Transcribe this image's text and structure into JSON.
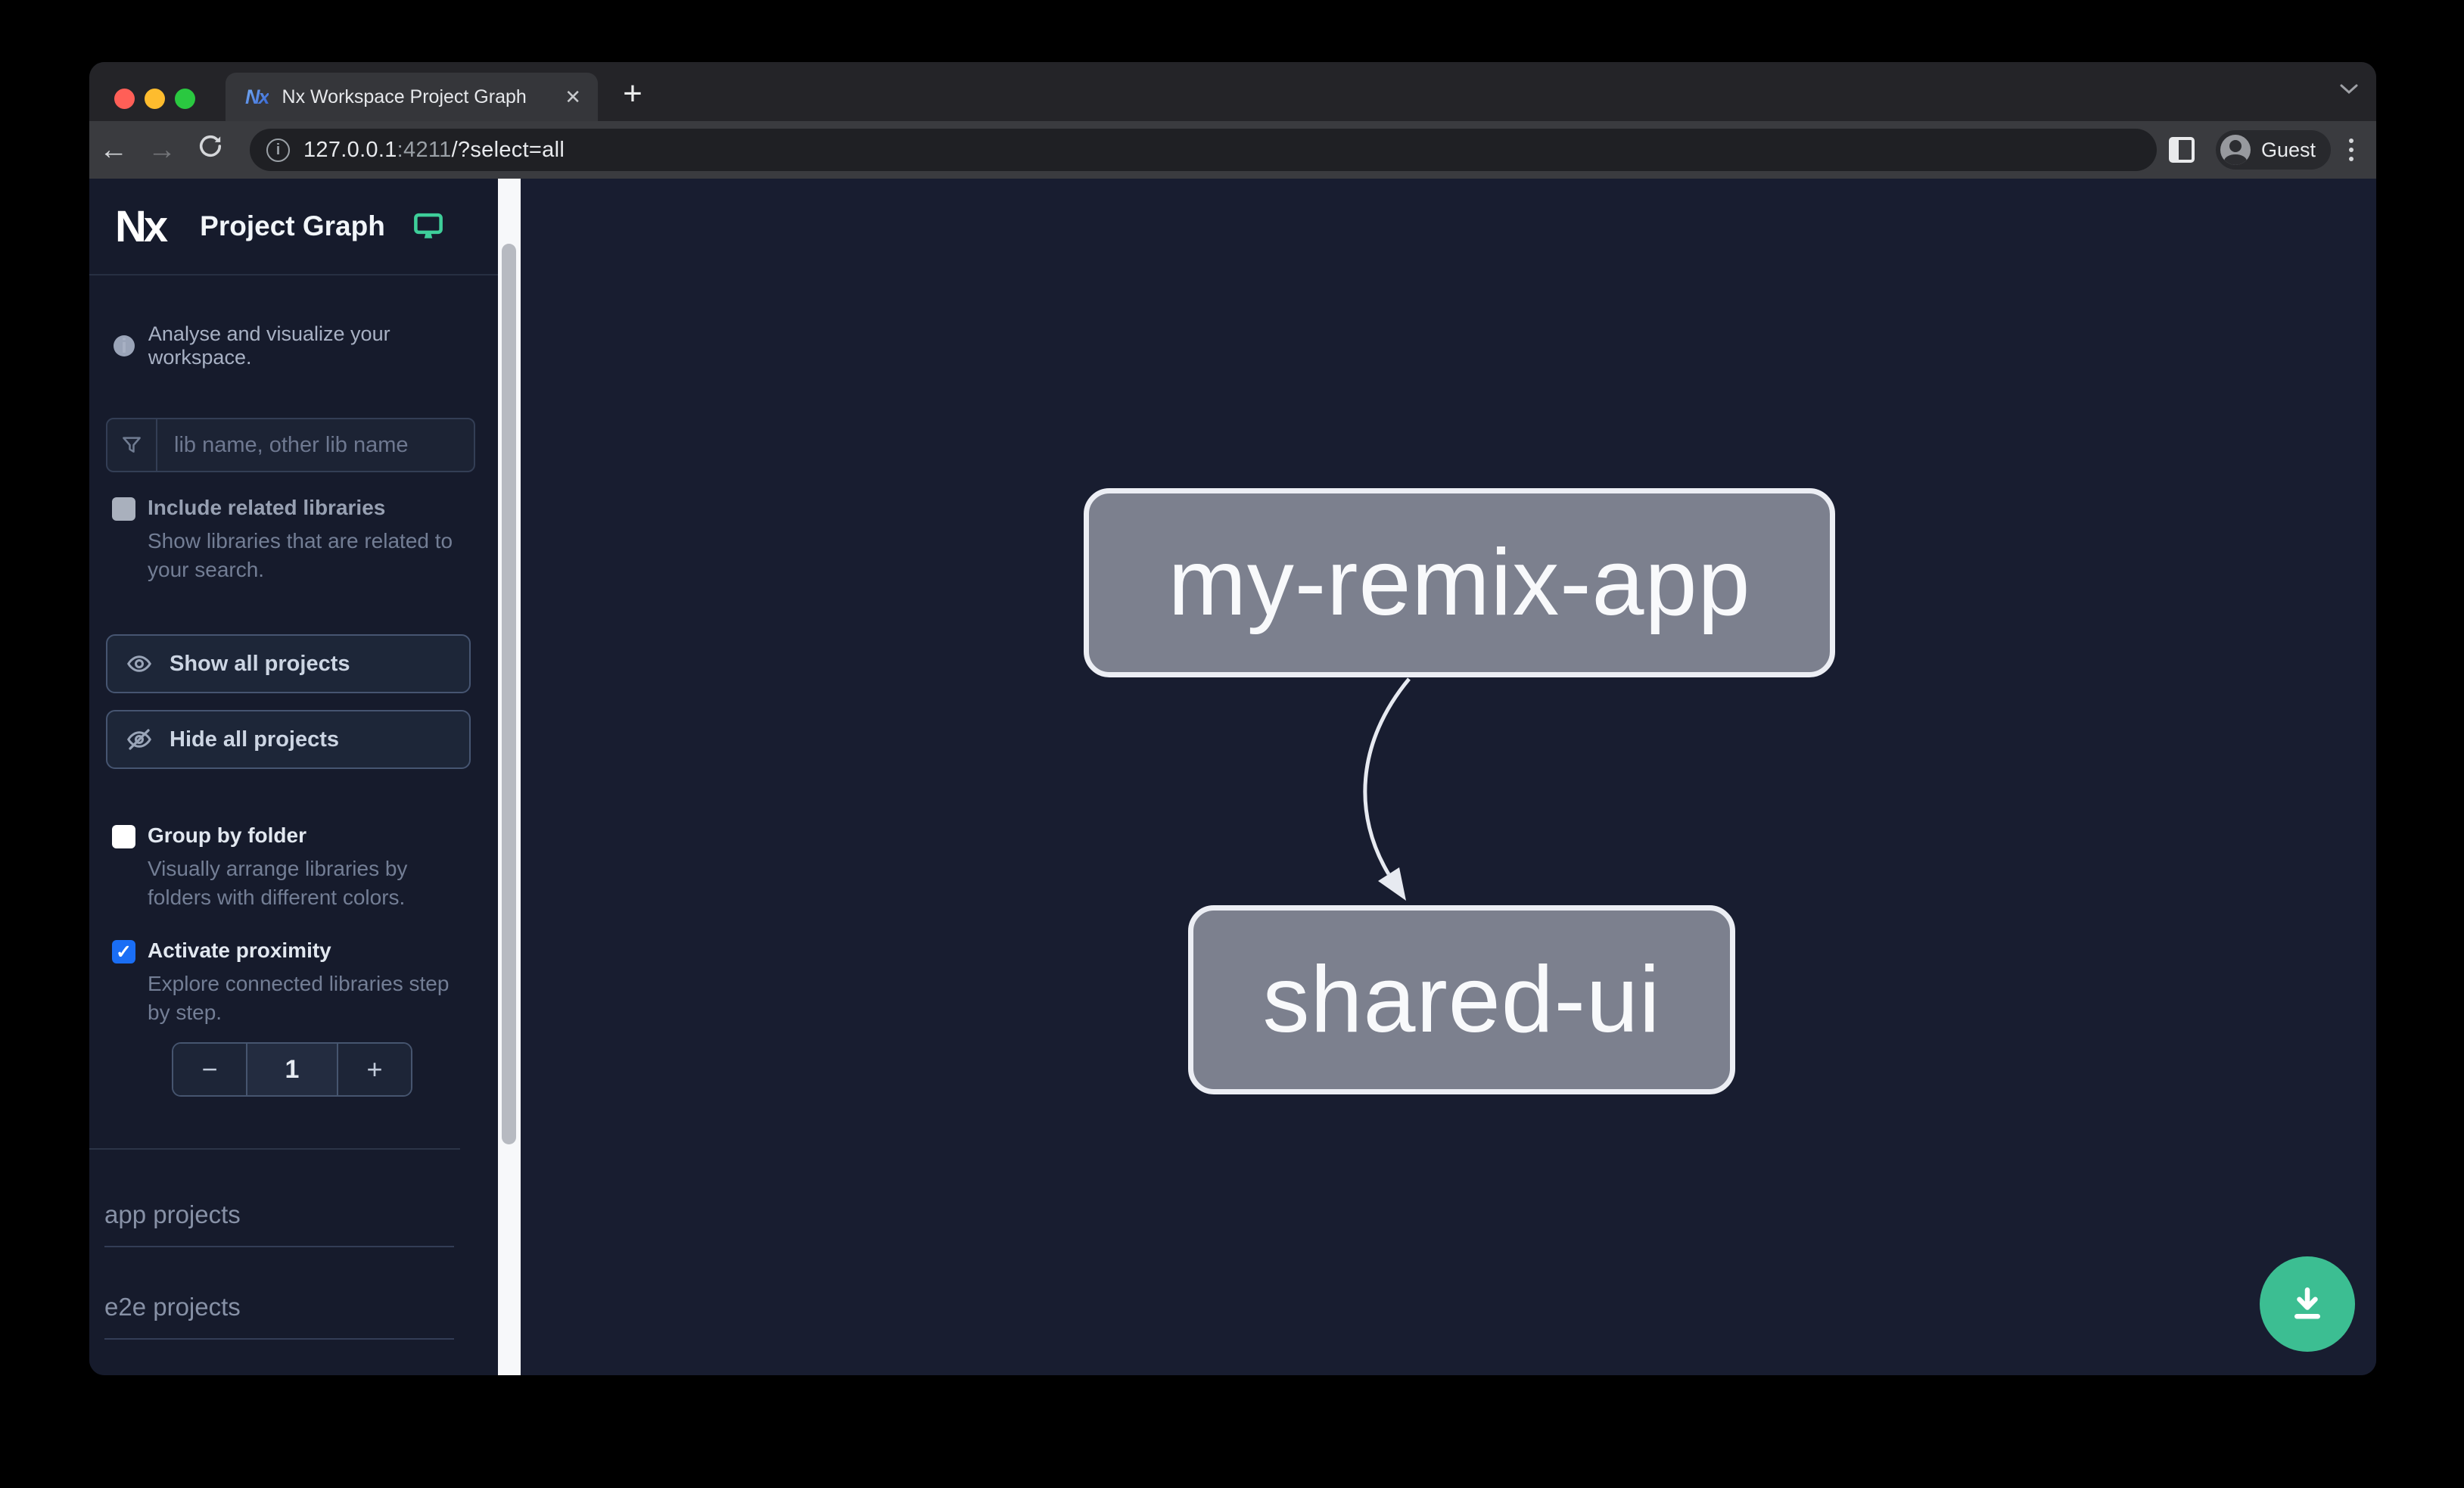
{
  "browser": {
    "tab": {
      "title": "Nx Workspace Project Graph",
      "close_glyph": "✕",
      "new_tab_glyph": "+"
    },
    "url": {
      "host": "127.0.0.1",
      "port": ":4211",
      "path": "/?select=all"
    },
    "profile_label": "Guest"
  },
  "sidebar": {
    "logo_text": "Nx",
    "title": "Project Graph",
    "tagline": "Analyse and visualize your workspace.",
    "search": {
      "placeholder": "lib name, other lib name"
    },
    "toggles": [
      {
        "label": "Include related libraries",
        "description": "Show libraries that are related to your search.",
        "state": "disabled"
      },
      {
        "label": "Group by folder",
        "description": "Visually arrange libraries by folders with different colors.",
        "state": "unchecked"
      },
      {
        "label": "Activate proximity",
        "description": "Explore connected libraries step by step.",
        "state": "checked"
      }
    ],
    "buttons": [
      {
        "label": "Show all projects",
        "icon": "eye-icon"
      },
      {
        "label": "Hide all projects",
        "icon": "eye-off-icon"
      }
    ],
    "stepper": {
      "decrement": "−",
      "value": "1",
      "increment": "+"
    },
    "sections": [
      {
        "label": "app projects"
      },
      {
        "label": "e2e projects"
      }
    ]
  },
  "graph": {
    "nodes": [
      {
        "label": "my-remix-app"
      },
      {
        "label": "shared-ui"
      }
    ],
    "edges": [
      {
        "from": "my-remix-app",
        "to": "shared-ui"
      }
    ]
  },
  "colors": {
    "accent_checkbox": "#1a6ef5",
    "fab_green": "#3cbe92",
    "theme_icon_green": "#3ecf9a",
    "canvas_bg": "#181d30",
    "sidebar_bg": "#161b2c",
    "node_fill": "#7c808e",
    "node_border": "#eceef4"
  }
}
